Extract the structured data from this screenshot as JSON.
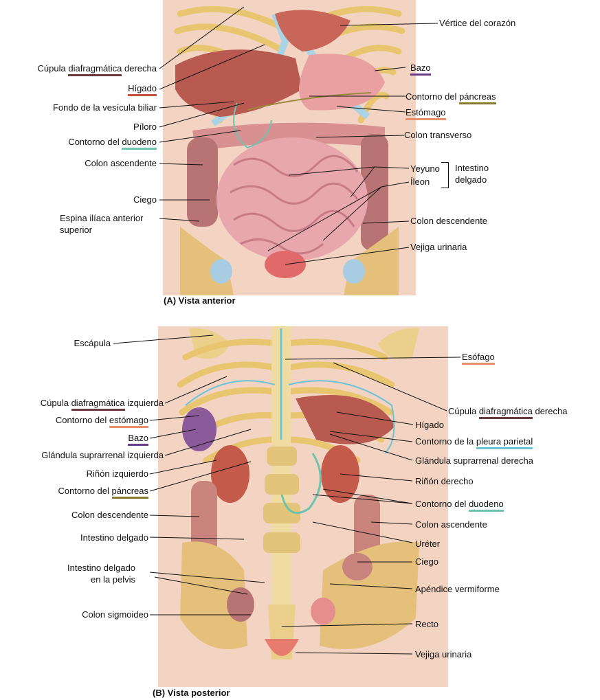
{
  "colors": {
    "heart": "#6b3a3f",
    "liver": "#c94c3a",
    "spleen": "#6e3a8c",
    "pancreas": "#8a7a2a",
    "stomach": "#e8906a",
    "duodenum": "#6cc3b0",
    "pleura": "#6cc3d6",
    "esophagus": "#e8906a"
  },
  "panel_a": {
    "caption": "(A) Vista anterior",
    "left_labels": {
      "cupula_derecha_pre": "Cúpula ",
      "cupula_derecha_hl": "diafragmática",
      "cupula_derecha_post": " derecha",
      "higado": "Hígado",
      "fondo_vesicula": "Fondo de la vesícula biliar",
      "piloro": "Píloro",
      "duodeno_pre": "Contorno del ",
      "duodeno_hl": "duodeno",
      "colon_ascendente": "Colon ascendente",
      "ciego": "Ciego",
      "espina_line1": "Espina ilíaca anterior",
      "espina_line2": "superior"
    },
    "right_labels": {
      "vertice": "Vértice del corazón",
      "bazo": "Bazo",
      "pancreas_pre": "Contorno del ",
      "pancreas_hl": "páncreas",
      "estomago": "Estómago",
      "colon_transverso": "Colon transverso",
      "yeyuno": "Yeyuno",
      "ileon": "Íleon",
      "intestino_line1": "Intestino",
      "intestino_line2": "delgado",
      "colon_descendente": "Colon descendente",
      "vejiga": "Vejiga urinaria"
    }
  },
  "panel_b": {
    "caption": "(B) Vista posterior",
    "left_labels": {
      "escapula": "Escápula",
      "cupula_izq_pre": "Cúpula ",
      "cupula_izq_hl": "diafragmática",
      "cupula_izq_post": " izquierda",
      "estomago_pre": "Contorno del ",
      "estomago_hl": "estómago",
      "bazo": "Bazo",
      "glandula_izq": "Glándula suprarrenal izquierda",
      "rinon_izq": "Riñón izquierdo",
      "pancreas_pre": "Contorno del ",
      "pancreas_hl": "páncreas",
      "colon_descendente": "Colon descendente",
      "intestino_delgado": "Intestino delgado",
      "intestino_pelvis_line1": "Intestino delgado",
      "intestino_pelvis_line2": "en la pelvis",
      "colon_sigmoideo": "Colon sigmoideo"
    },
    "right_labels": {
      "esofago": "Esófago",
      "cupula_der_pre": "Cúpula ",
      "cupula_der_hl": "diafragmática",
      "cupula_der_post": " derecha",
      "higado": "Hígado",
      "pleura_pre": "Contorno de la ",
      "pleura_hl": "pleura parietal",
      "glandula_der": "Glándula suprarrenal derecha",
      "rinon_der": "Riñón derecho",
      "duodeno_pre": "Contorno del ",
      "duodeno_hl": "duodeno",
      "colon_ascendente": "Colon ascendente",
      "ureter": "Uréter",
      "ciego": "Ciego",
      "apendice": "Apéndice vermiforme",
      "recto": "Recto",
      "vejiga": "Vejiga urinaria"
    }
  }
}
